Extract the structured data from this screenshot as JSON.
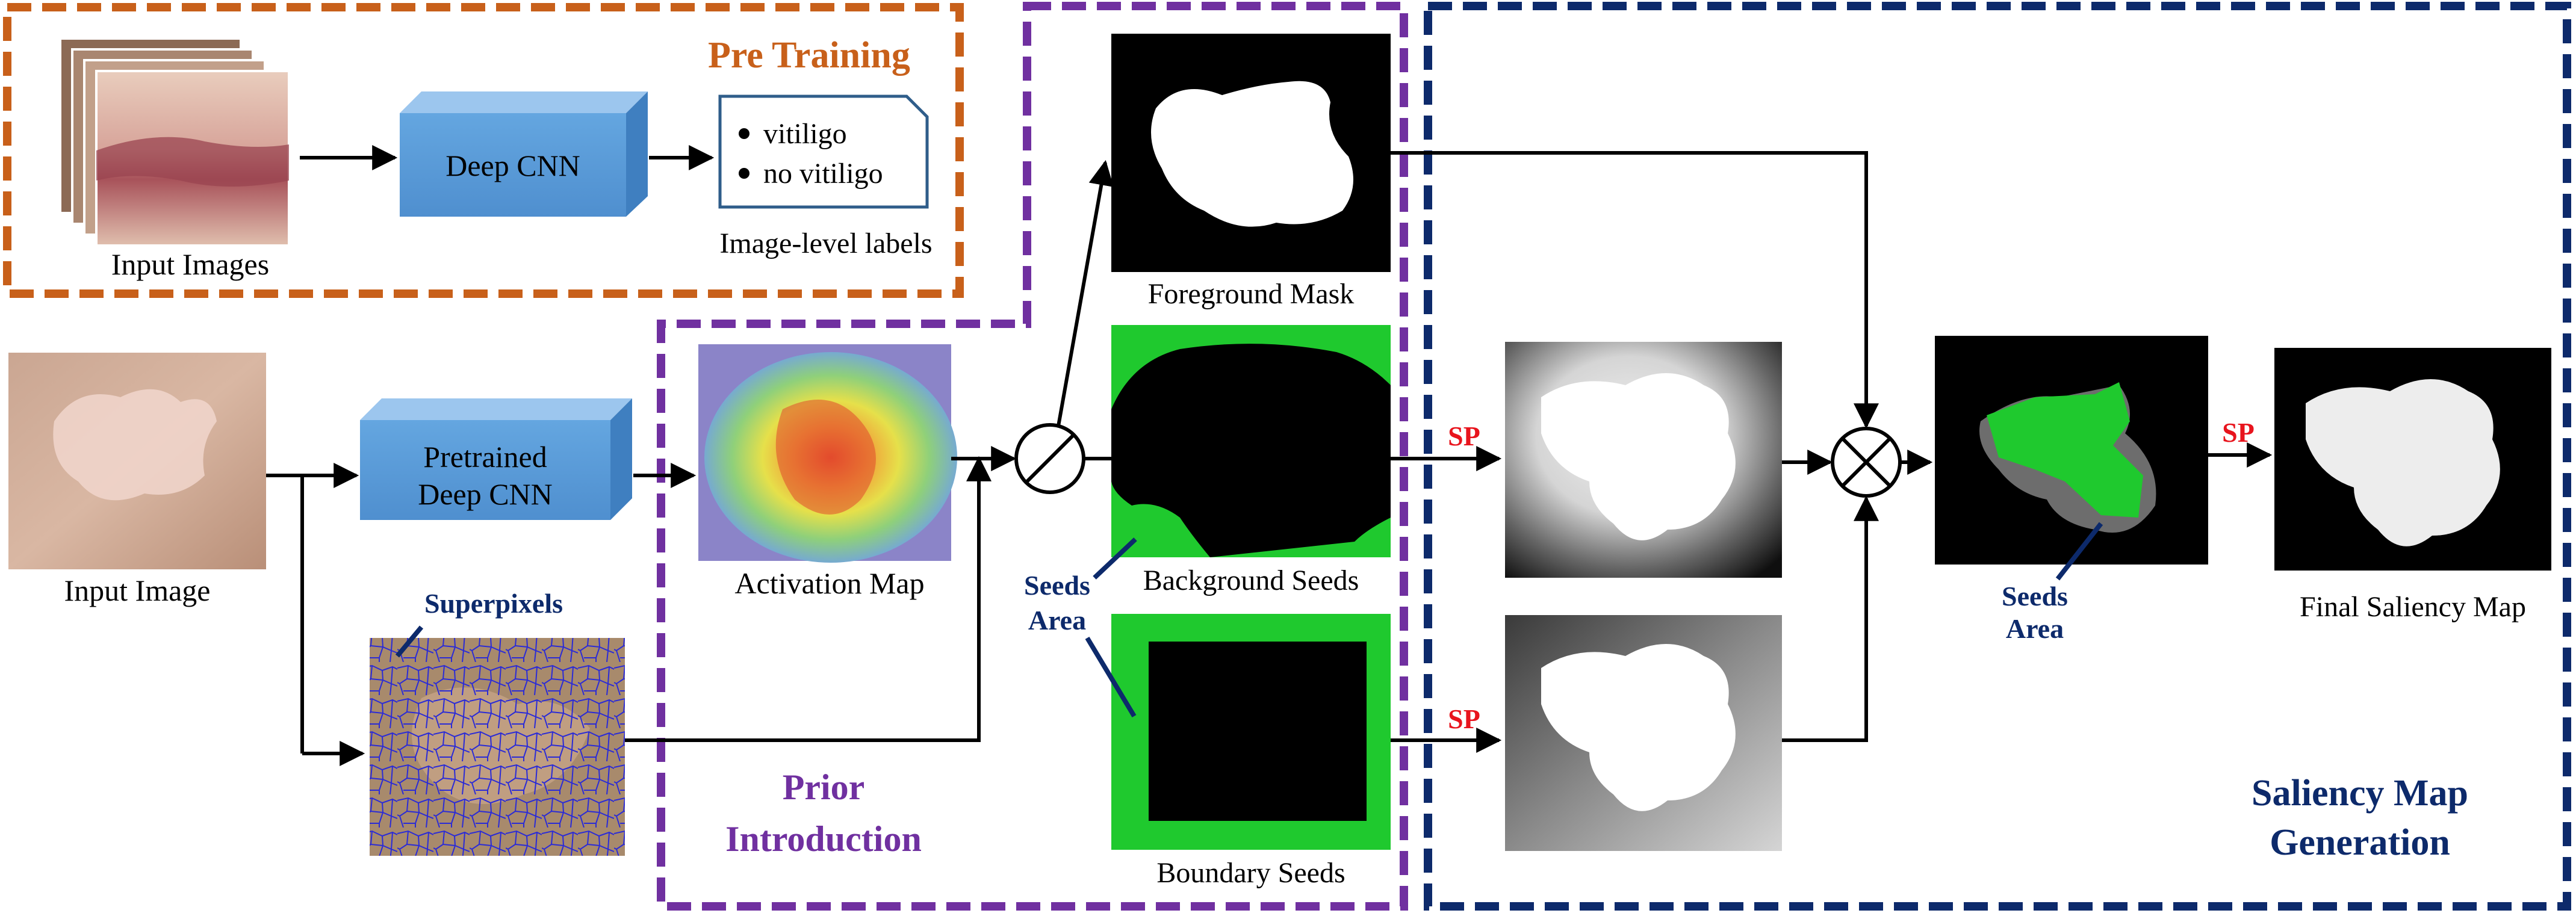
{
  "sections": {
    "pretraining": "Pre Training",
    "prior_line1": "Prior",
    "prior_line2": "Introduction",
    "saliency_line1": "Saliency Map",
    "saliency_line2": "Generation"
  },
  "pretraining": {
    "input_caption": "Input Images",
    "cnn_label": "Deep CNN",
    "label_1": "vitiligo",
    "label_2": "no vitiligo",
    "labels_caption": "Image-level labels"
  },
  "main": {
    "input_caption": "Input Image",
    "pretrained_line1": "Pretrained",
    "pretrained_line2": "Deep CNN",
    "superpixels_label": "Superpixels",
    "activation_caption": "Activation Map",
    "foreground_caption": "Foreground Mask",
    "background_caption": "Background Seeds",
    "boundary_caption": "Boundary Seeds",
    "seeds_area_line1": "Seeds",
    "seeds_area_line2": "Area",
    "sp_label": "SP",
    "final_caption": "Final Saliency Map"
  },
  "colors": {
    "orange": "#c8601a",
    "purple": "#7030a0",
    "navy": "#0d2a6b",
    "red": "#e8141d",
    "cnn_blue": "#5b9bd5",
    "seed_green": "#1fc92e",
    "superpixel_line": "#2b2bd6"
  }
}
